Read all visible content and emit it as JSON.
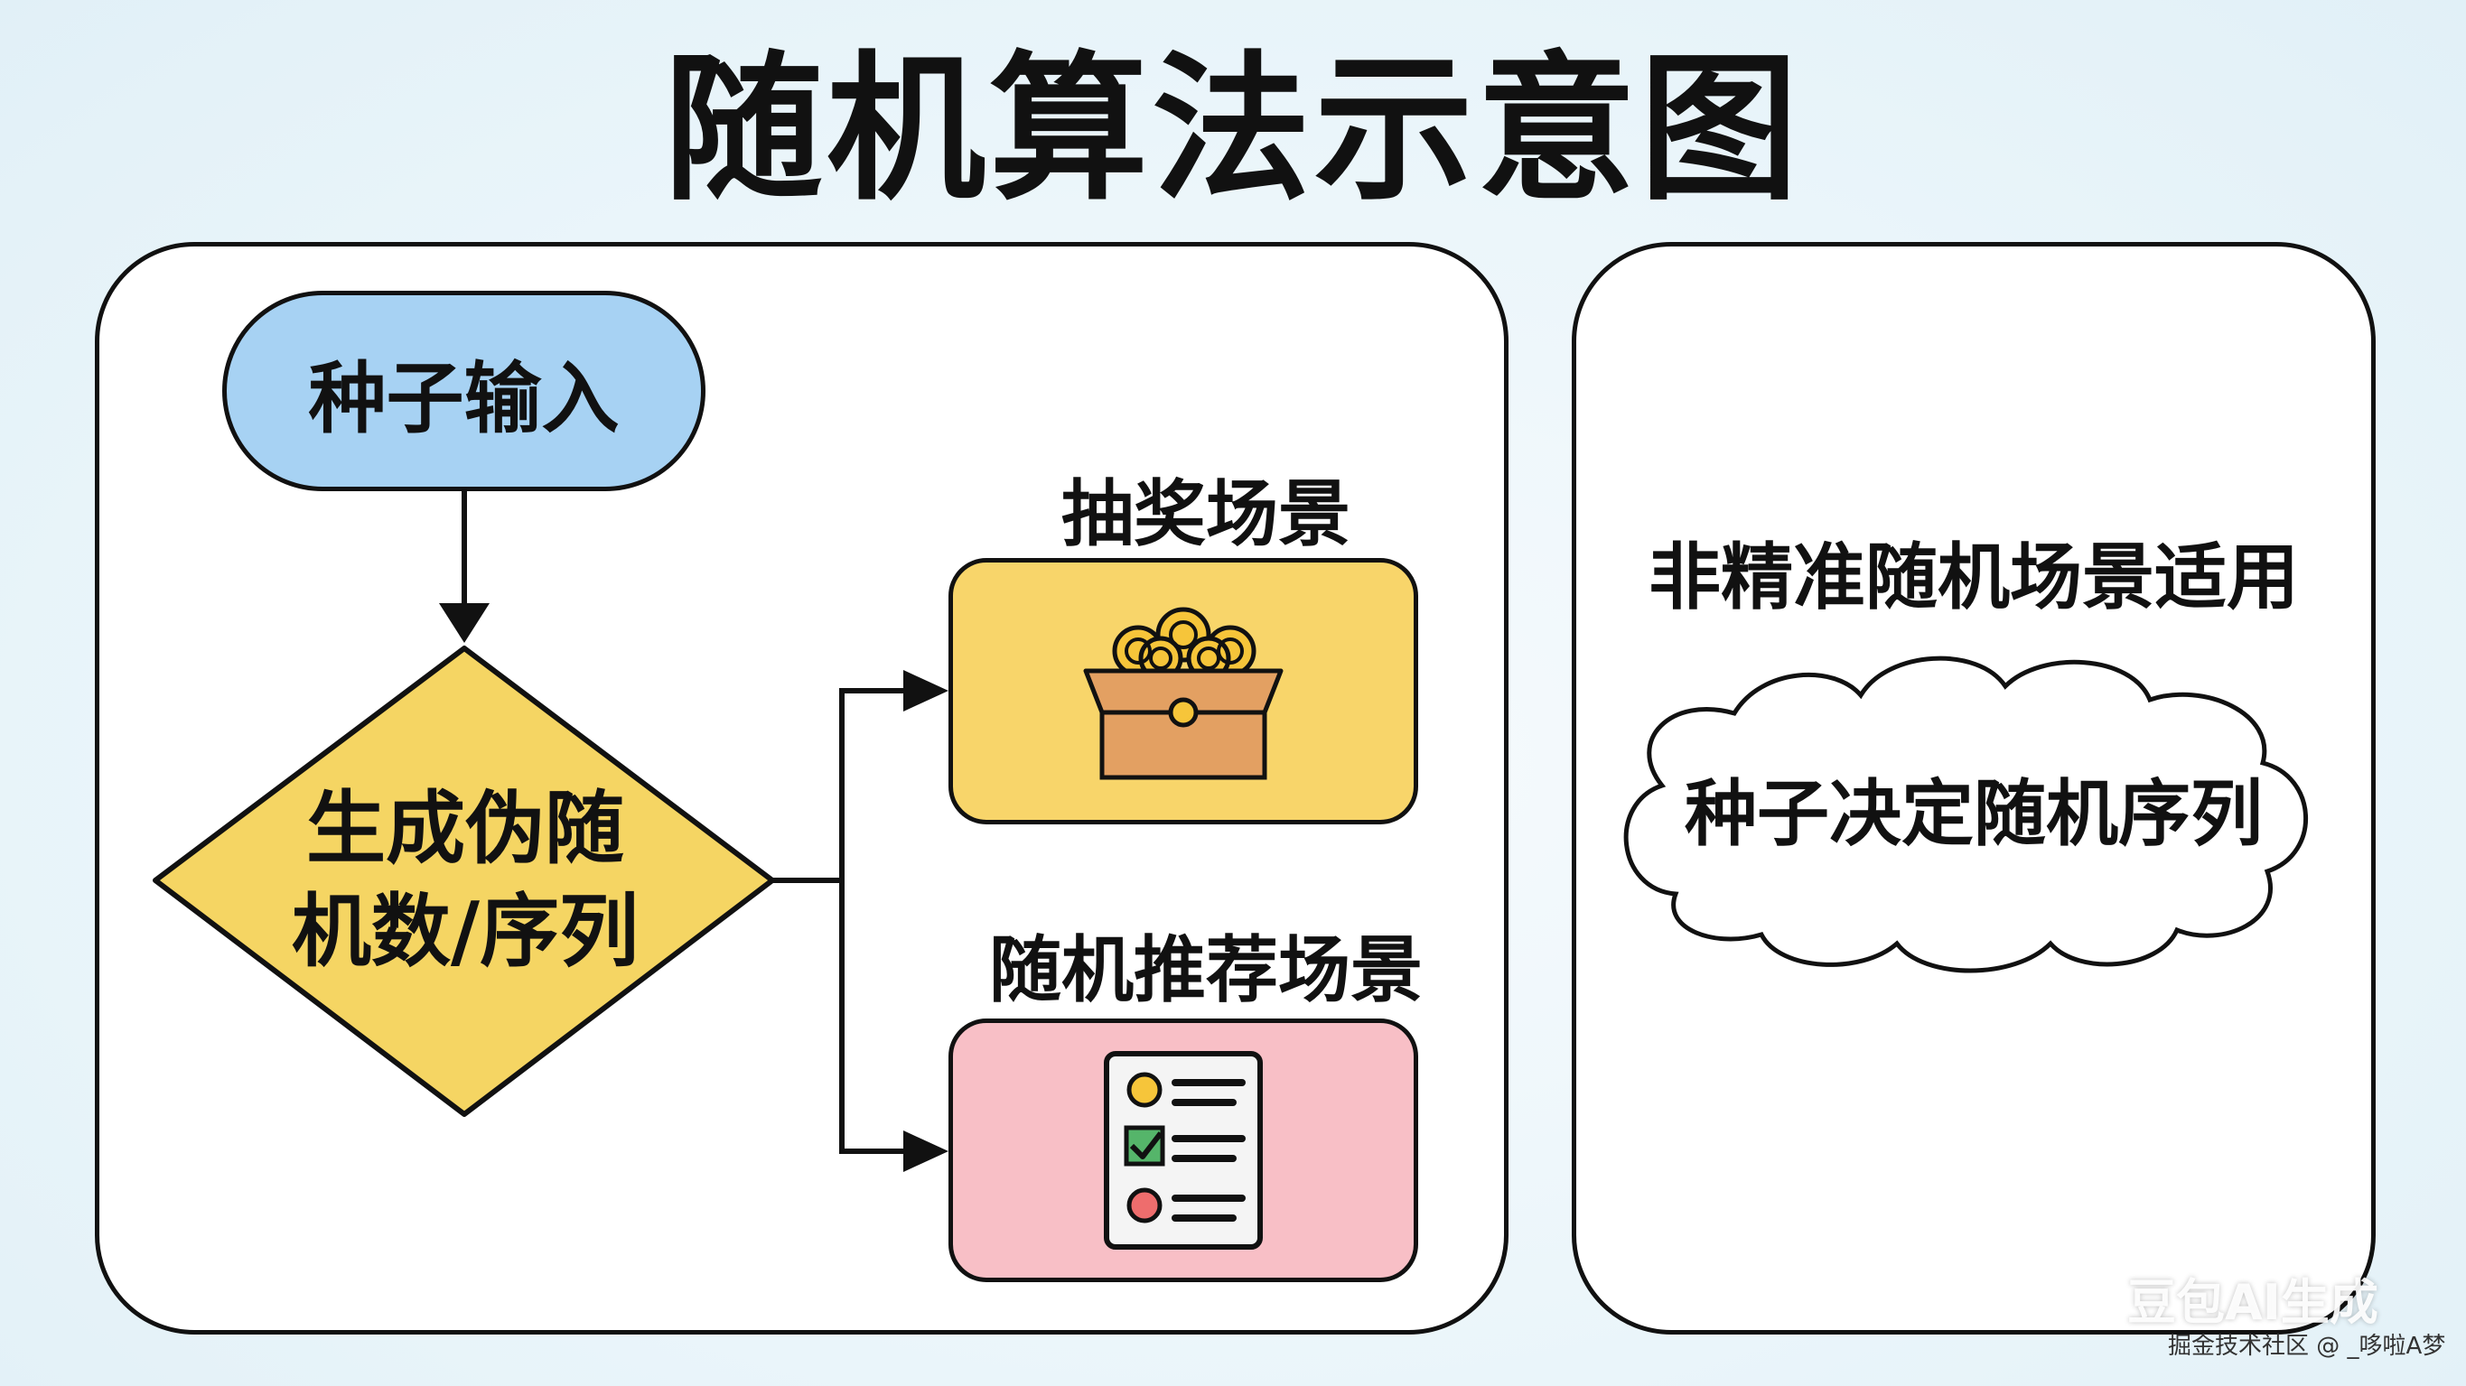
{
  "title": "随机算法示意图",
  "flow": {
    "seed_input": "种子输入",
    "generate_line1": "生成伪随",
    "generate_line2": "机数/序列",
    "lottery_scene": "抽奖场景",
    "recommend_scene": "随机推荐场景"
  },
  "side_panel": {
    "heading": "非精准随机场景适用",
    "cloud_text": "种子决定随机序列"
  },
  "watermark": {
    "main": "豆包AI生成",
    "sub": "掘金技术社区 @ _哆啦A梦"
  },
  "colors": {
    "seed_node": "#a7d2f3",
    "diamond": "#f5d563",
    "lottery_box": "#f8d56a",
    "recommend_box": "#f8bfc6",
    "chest": "#e3a062"
  }
}
